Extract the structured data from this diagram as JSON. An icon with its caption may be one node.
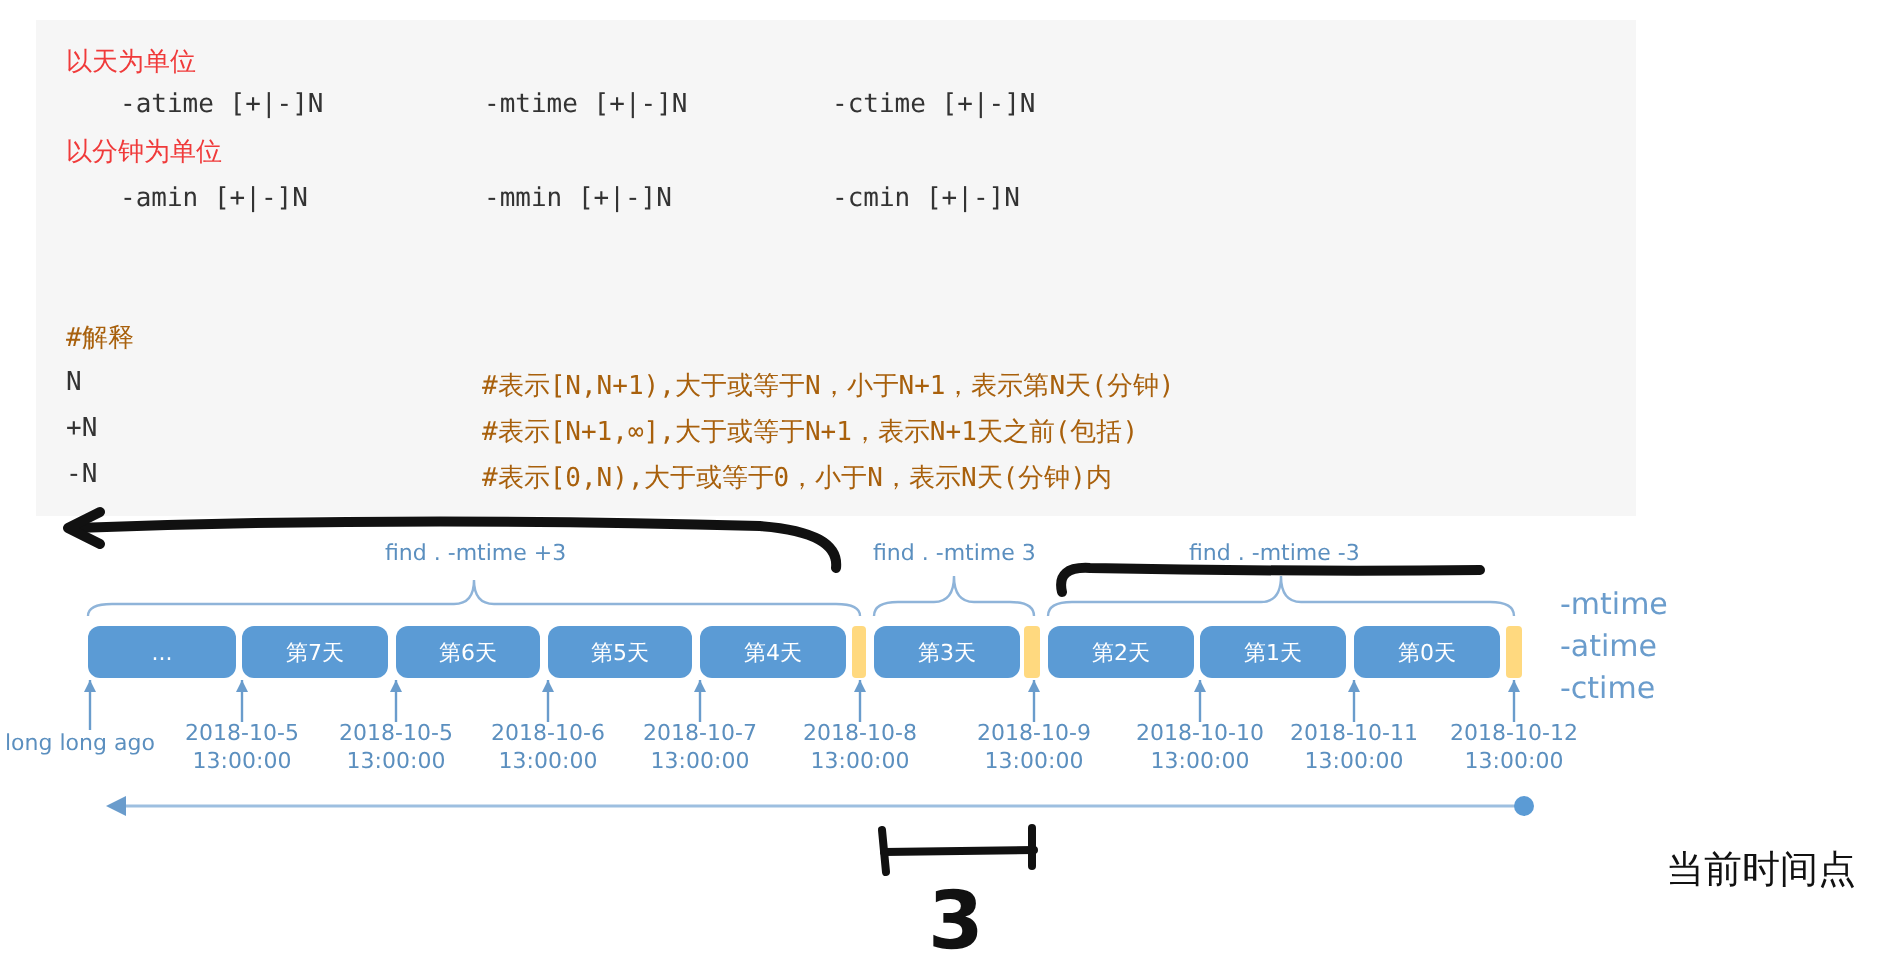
{
  "diagram": {
    "nodes": [
      {
        "text": [
          "..."
        ]
      },
      {
        "text": [
          "第7天"
        ]
      },
      {
        "text": [
          "第6天"
        ]
      },
      {
        "text": [
          "第5天"
        ]
      },
      {
        "text": [
          "第4天"
        ]
      },
      {
        "text": [],
        "shape": "bar"
      },
      {
        "text": [
          "第3天"
        ]
      },
      {
        "text": [],
        "shape": "bar"
      },
      {
        "text": [
          "第2天"
        ]
      },
      {
        "text": [
          "第1天"
        ]
      },
      {
        "text": [
          "第0天"
        ]
      },
      {
        "text": [],
        "shape": "bar"
      },
      {
        "text": [
          "long long ago"
        ]
      },
      {
        "text": [
          "2018-10-5 13:00:00"
        ]
      },
      {
        "text": [
          "2018-10-5 13:00:00"
        ]
      },
      {
        "text": [
          "2018-10-6 13:00:00"
        ]
      },
      {
        "text": [
          "2018-10-7 13:00:00"
        ]
      },
      {
        "text": [
          "2018-10-8 13:00:00"
        ]
      },
      {
        "text": [
          "2018-10-9 13:00:00"
        ]
      },
      {
        "text": [
          "2018-10-10 13:00:00"
        ]
      },
      {
        "text": [
          "2018-10-11 13:00:00"
        ]
      },
      {
        "text": [
          "2018-10-12 13:00:00"
        ]
      }
    ],
    "edges": [
      {
        "from": 12,
        "to": 0,
        "arrow": "to"
      },
      {
        "from": 13,
        "to": 1,
        "arrow": "to"
      },
      {
        "from": 14,
        "to": 2,
        "arrow": "to"
      },
      {
        "from": 15,
        "to": 3,
        "arrow": "to"
      },
      {
        "from": 16,
        "to": 4,
        "arrow": "to"
      },
      {
        "from": 17,
        "to": 5,
        "arrow": "to"
      },
      {
        "from": 18,
        "to": 7,
        "arrow": "to"
      },
      {
        "from": 19,
        "to": 9,
        "arrow": "to"
      },
      {
        "from": 20,
        "to": 10,
        "arrow": "to"
      },
      {
        "from": 21,
        "to": 11,
        "arrow": "to"
      }
    ],
    "labels": [
      "以天为单位",
      "-atime [+|-]N",
      "-mtime [+|-]N",
      "-ctime [+|-]N",
      "以分钟为单位",
      "-amin [+|-]N",
      "-mmin [+|-]N",
      "-cmin [+|-]N",
      "#解释",
      "N",
      "#表示[N,N+1),大于或等于N，小于N+1，表示第N天(分钟)",
      "+N",
      "#表示[N+1,∞],大于或等于N+1，表示N+1天之前(包括)",
      "-N",
      "#表示[0,N),大于或等于0，小于N，表示N天(分钟)内",
      "find . -mtime +3",
      "find . -mtime 3",
      "find . -mtime -3",
      "-mtime",
      "-atime",
      "-ctime",
      "3",
      "当前时间点"
    ]
  }
}
